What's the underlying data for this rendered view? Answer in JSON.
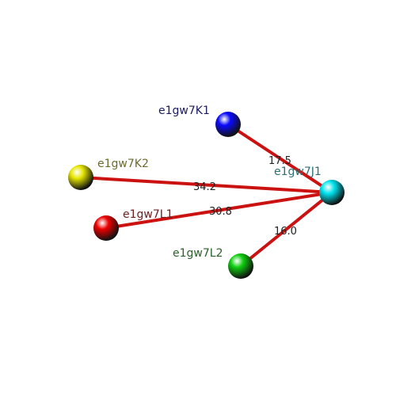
{
  "nodes": [
    {
      "id": "e1gw7J1",
      "label": "e1gw7J1",
      "color": "#00e5f0",
      "label_color": "#2e6f73"
    },
    {
      "id": "e1gw7K1",
      "label": "e1gw7K1",
      "color": "#0a0aff",
      "label_color": "#1c1c5c"
    },
    {
      "id": "e1gw7K2",
      "label": "e1gw7K2",
      "color": "#e6e600",
      "label_color": "#6b6b2e"
    },
    {
      "id": "e1gw7L1",
      "label": "e1gw7L1",
      "color": "#ee0000",
      "label_color": "#6b2222"
    },
    {
      "id": "e1gw7L2",
      "label": "e1gw7L2",
      "color": "#10d010",
      "label_color": "#2c5f2c"
    }
  ],
  "edges": [
    {
      "source": "e1gw7K1",
      "target": "e1gw7J1",
      "label": "17.5"
    },
    {
      "source": "e1gw7K2",
      "target": "e1gw7J1",
      "label": "34.2"
    },
    {
      "source": "e1gw7L1",
      "target": "e1gw7J1",
      "label": "30.8"
    },
    {
      "source": "e1gw7L2",
      "target": "e1gw7J1",
      "label": "16.0"
    }
  ],
  "edge_color": "#cc1111"
}
